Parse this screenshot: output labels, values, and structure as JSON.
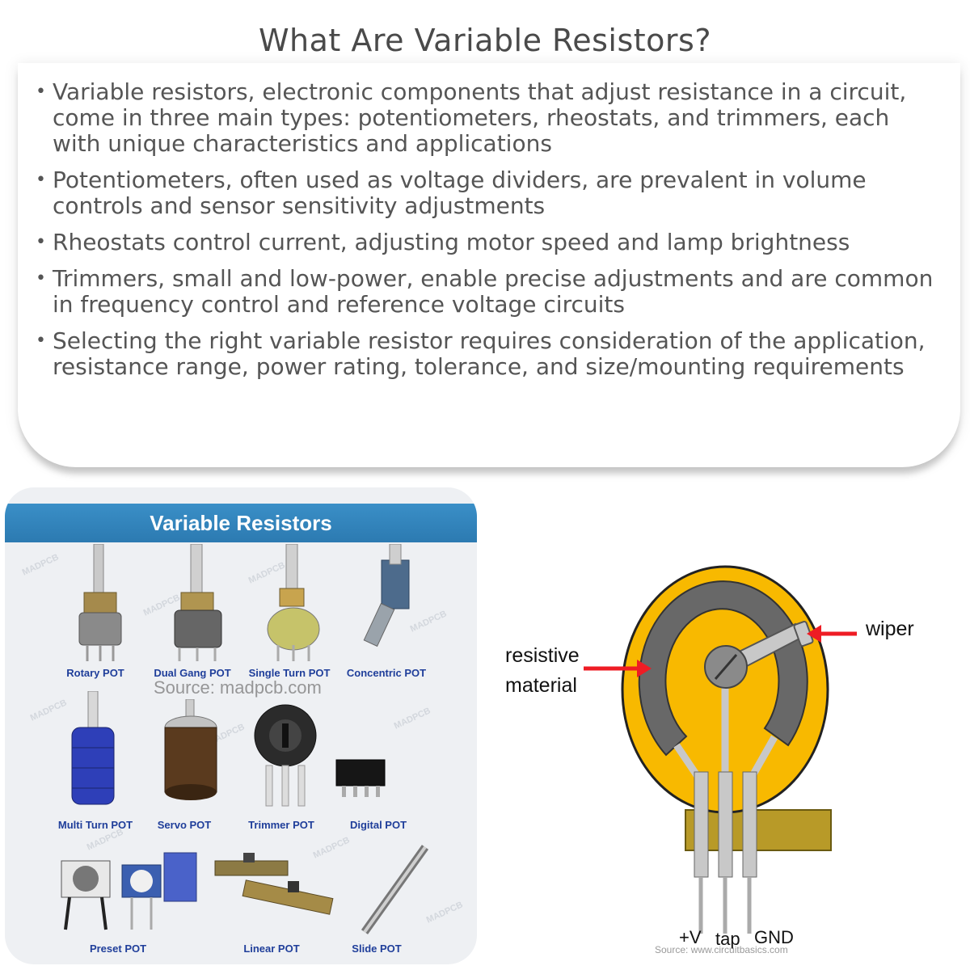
{
  "page": {
    "title": "What Are Variable Resistors?"
  },
  "bullets": [
    "Variable resistors, electronic components that adjust resistance in a circuit, come in three main types: potentiometers, rheostats, and trimmers, each with unique characteristics and applications",
    "Potentiometers, often used as voltage dividers, are prevalent in volume controls and sensor sensitivity adjustments",
    "Rheostats control current, adjusting motor speed and lamp brightness",
    "Trimmers, small and low-power, enable precise adjustments and are common in frequency control and reference voltage circuits",
    "Selecting the right variable resistor requires consideration of the application, resistance range, power rating, tolerance, and size/mounting requirements"
  ],
  "photo": {
    "banner": "Variable Resistors",
    "watermark": "MADPCB",
    "source": "Source: madpcb.com",
    "components": [
      "Rotary POT",
      "Dual Gang POT",
      "Single Turn POT",
      "Concentric POT",
      "Multi Turn POT",
      "Servo POT",
      "Trimmer POT",
      "Digital POT",
      "Preset POT",
      "Linear POT",
      "Slide POT"
    ]
  },
  "diagram": {
    "label_resistive": "resistive",
    "label_material": "material",
    "label_wiper": "wiper",
    "pin_v": "+V",
    "pin_tap": "tap",
    "pin_gnd": "GND",
    "source": "Source: www.circuitbasics.com",
    "colors": {
      "body": "#f8b900",
      "track": "#686868",
      "arrow": "#ee1c24",
      "base": "#b89a28",
      "pin": "#c8c8c8"
    }
  }
}
